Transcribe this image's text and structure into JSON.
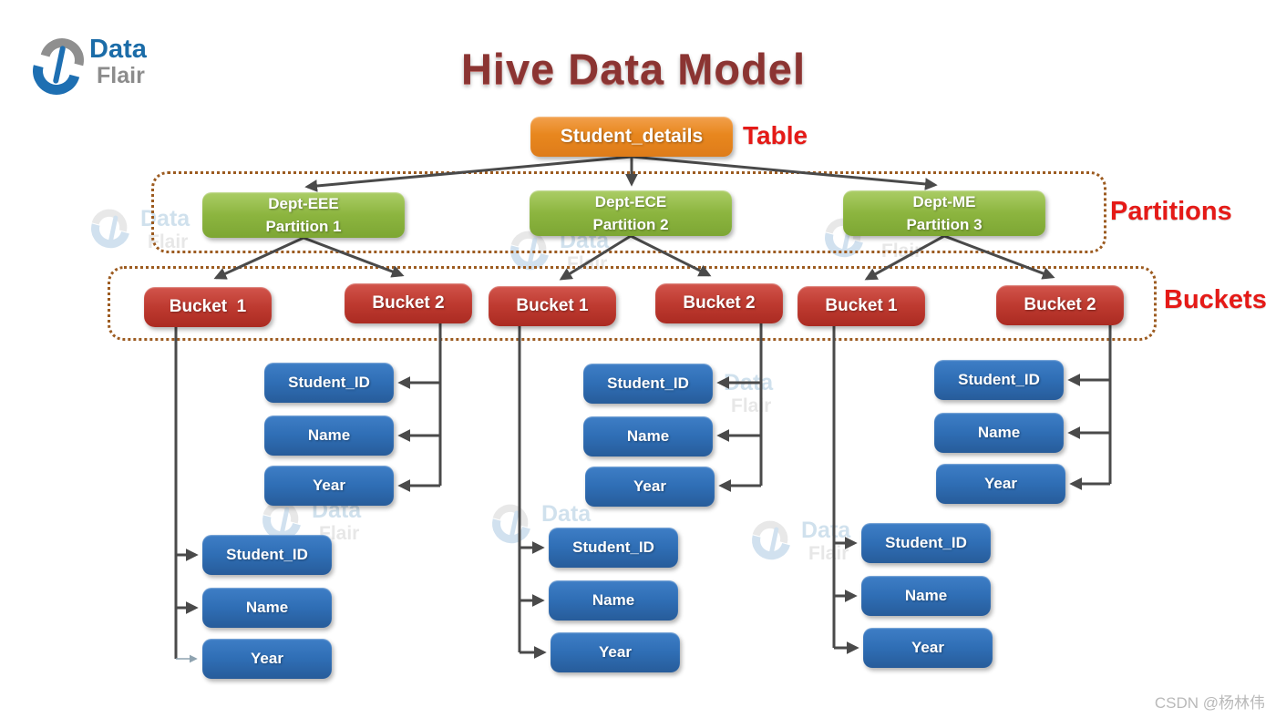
{
  "logo": {
    "top": "Data",
    "bottom": "Flair"
  },
  "title": "Hive Data Model",
  "table": {
    "box": "Student_details",
    "label": "Table"
  },
  "partitions": {
    "label": "Partitions",
    "items": [
      {
        "dept": "Dept-EEE",
        "partition": "Partition 1"
      },
      {
        "dept": "Dept-ECE",
        "partition": "Partition 2"
      },
      {
        "dept": "Dept-ME",
        "partition": "Partition 3"
      }
    ]
  },
  "buckets": {
    "label": "Buckets",
    "items": [
      "Bucket  1",
      "Bucket 2",
      "Bucket 1",
      "Bucket 2",
      "Bucket 1",
      "Bucket 2"
    ]
  },
  "groups": [
    {
      "fields": [
        "Student_ID",
        "Name",
        "Year"
      ]
    },
    {
      "fields": [
        "Student_ID",
        "Name",
        "Year"
      ]
    },
    {
      "fields": [
        "Student_ID",
        "Name",
        "Year"
      ]
    },
    {
      "fields": [
        "Student_ID",
        "Name",
        "Year"
      ]
    },
    {
      "fields": [
        "Student_ID",
        "Name",
        "Year"
      ]
    },
    {
      "fields": [
        "Student_ID",
        "Name",
        "Year"
      ]
    }
  ],
  "watermark": {
    "top": "Data",
    "bottom": "Flair"
  },
  "footer": {
    "credit": "CSDN @杨林伟"
  },
  "colors": {
    "table_orange": "#E8871E",
    "partition_green": "#8CB53F",
    "bucket_red": "#BE3A30",
    "field_blue": "#2F6EB5",
    "section_label_red": "#E51A17",
    "title_maroon": "#8B3432",
    "arrow_gray": "#4A4A4A",
    "dotted_border_brown": "#9C5B20",
    "logo_blue": "#1B6CA8",
    "logo_gray": "#8C8C8C"
  }
}
